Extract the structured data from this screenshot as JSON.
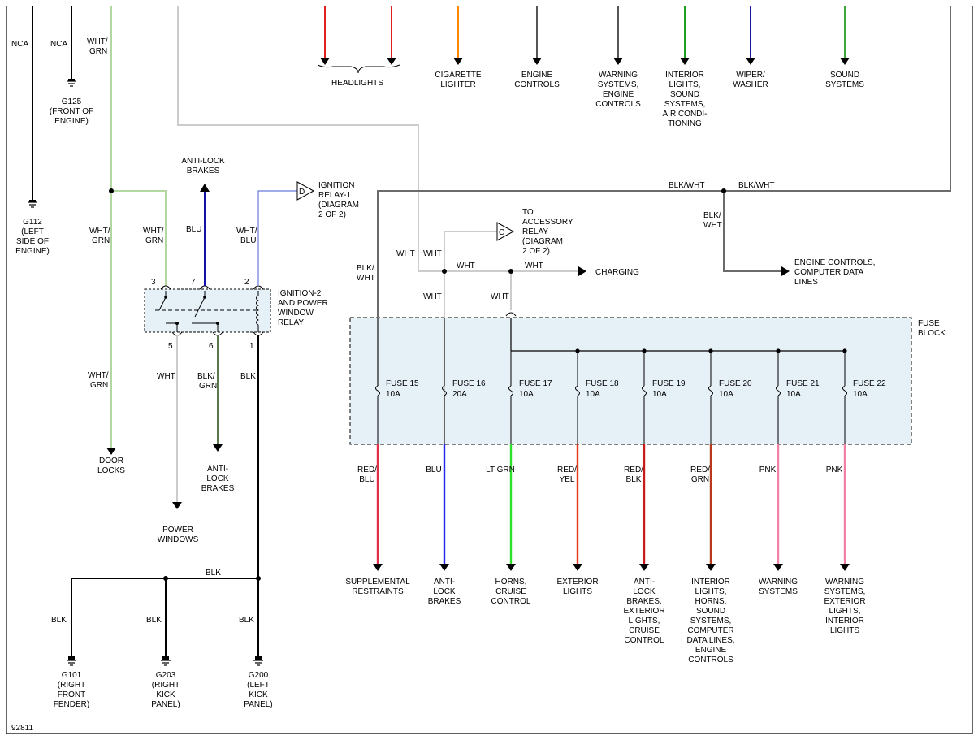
{
  "diagram_id": "92811",
  "colors": {
    "fuse_block_fill": "#e6f0f7",
    "wire_gray": "#cccccc",
    "wire_wht_grn": "#b2d7a0",
    "wire_blu": "#1212a6",
    "wire_blk_grn": "#5a7a4e",
    "wire_red": "#e02020",
    "wire_red_blu": "#e0304a",
    "wire_blue_out": "#1f26e6",
    "wire_lt_grn": "#2ee02e",
    "wire_red_yel": "#e03a1a",
    "wire_red_blk": "#c81a1a",
    "wire_red_grn": "#b83a1a",
    "wire_pnk": "#f080a8",
    "wire_orange": "#ff8800",
    "wire_gray_dark": "#555555",
    "wire_green": "#1e9e1e",
    "wire_navy": "#1a1aa8",
    "wire_sound_green": "#3aa83a"
  },
  "top_circuits": [
    {
      "lines": [
        "HEADLIGHTS"
      ]
    },
    {
      "lines": [
        "CIGARETTE",
        "LIGHTER"
      ]
    },
    {
      "lines": [
        "ENGINE",
        "CONTROLS"
      ]
    },
    {
      "lines": [
        "WARNING",
        "SYSTEMS,",
        "ENGINE",
        "CONTROLS"
      ]
    },
    {
      "lines": [
        "INTERIOR",
        "LIGHTS,",
        "SOUND",
        "SYSTEMS,",
        "AIR CONDI-",
        "TIONING"
      ]
    },
    {
      "lines": [
        "WIPER/",
        "WASHER"
      ]
    },
    {
      "lines": [
        "SOUND",
        "SYSTEMS"
      ]
    }
  ],
  "left": {
    "nca1": "NCA",
    "nca2": "NCA",
    "wht_grn_top": [
      "WHT/",
      "GRN"
    ],
    "g125": [
      "G125",
      "(FRONT OF",
      "ENGINE)"
    ],
    "g112": [
      "G112",
      "(LEFT",
      "SIDE OF",
      "ENGINE)"
    ],
    "wht_grn_left": [
      "WHT/",
      "GRN"
    ],
    "wht_grn_left2": [
      "WHT/",
      "GRN"
    ],
    "door_locks": [
      "DOOR",
      "LOCKS"
    ]
  },
  "relay": {
    "label": [
      "IGNITION-2",
      "AND POWER",
      "WINDOW",
      "RELAY"
    ],
    "pin3": "3",
    "pin7": "7",
    "pin2": "2",
    "pin5": "5",
    "pin6": "6",
    "pin1": "1",
    "in3_wire": [
      "WHT/",
      "GRN"
    ],
    "in7_wire": "BLU",
    "in2_wire": [
      "WHT/",
      "BLU"
    ],
    "abs_top": [
      "ANTI-LOCK",
      "BRAKES"
    ],
    "ign1_ref": [
      "IGNITION",
      "RELAY-1",
      "(DIAGRAM",
      "2 OF 2)"
    ],
    "ign1_letter": "D",
    "out5_wire": "WHT",
    "out6_wire": [
      "BLK/",
      "GRN"
    ],
    "out1_wire": "BLK",
    "abs_bottom": [
      "ANTI-",
      "LOCK",
      "BRAKES"
    ],
    "power_windows": [
      "POWER",
      "WINDOWS"
    ]
  },
  "grounds": {
    "blk_bus": "BLK",
    "g101_wire": "BLK",
    "g203_wire": "BLK",
    "g200_wire": "BLK",
    "g101": [
      "G101",
      "(RIGHT",
      "FRONT",
      "FENDER)"
    ],
    "g203": [
      "G203",
      "(RIGHT",
      "KICK",
      "PANEL)"
    ],
    "g200": [
      "G200",
      "(LEFT",
      "KICK",
      "PANEL)"
    ]
  },
  "power": {
    "blk_wht_top1": "BLK/WHT",
    "blk_wht_top2": "BLK/WHT",
    "blk_wht_down": [
      "BLK/",
      "WHT"
    ],
    "blk_wht_fuse15": [
      "BLK/",
      "WHT"
    ],
    "engine_controls": [
      "ENGINE CONTROLS,",
      "COMPUTER DATA",
      "LINES"
    ],
    "wht1": "WHT",
    "wht2": "WHT",
    "wht3": "WHT",
    "wht4": "WHT",
    "wht5": "WHT",
    "wht6": "WHT",
    "accessory_ref": [
      "TO",
      "ACCESSORY",
      "RELAY",
      "(DIAGRAM",
      "2 OF 2)"
    ],
    "accessory_letter": "C",
    "charging": "CHARGING"
  },
  "fuse_block": {
    "label": [
      "FUSE",
      "BLOCK"
    ],
    "fuses": [
      {
        "name": "FUSE 15",
        "rating": "10A",
        "wire": [
          "RED/",
          "BLU"
        ],
        "dest": [
          "SUPPLEMENTAL",
          "RESTRAINTS"
        ]
      },
      {
        "name": "FUSE 16",
        "rating": "20A",
        "wire": [
          "BLU"
        ],
        "dest": [
          "ANTI-",
          "LOCK",
          "BRAKES"
        ]
      },
      {
        "name": "FUSE 17",
        "rating": "10A",
        "wire": [
          "LT GRN"
        ],
        "dest": [
          "HORNS,",
          "CRUISE",
          "CONTROL"
        ]
      },
      {
        "name": "FUSE 18",
        "rating": "10A",
        "wire": [
          "RED/",
          "YEL"
        ],
        "dest": [
          "EXTERIOR",
          "LIGHTS"
        ]
      },
      {
        "name": "FUSE 19",
        "rating": "10A",
        "wire": [
          "RED/",
          "BLK"
        ],
        "dest": [
          "ANTI-",
          "LOCK",
          "BRAKES,",
          "EXTERIOR",
          "LIGHTS,",
          "CRUISE",
          "CONTROL"
        ]
      },
      {
        "name": "FUSE 20",
        "rating": "10A",
        "wire": [
          "RED/",
          "GRN"
        ],
        "dest": [
          "INTERIOR",
          "LIGHTS,",
          "HORNS,",
          "SOUND",
          "SYSTEMS,",
          "COMPUTER",
          "DATA LINES,",
          "ENGINE",
          "CONTROLS"
        ]
      },
      {
        "name": "FUSE 21",
        "rating": "10A",
        "wire": [
          "PNK"
        ],
        "dest": [
          "WARNING",
          "SYSTEMS"
        ]
      },
      {
        "name": "FUSE 22",
        "rating": "10A",
        "wire": [
          "PNK"
        ],
        "dest": [
          "WARNING",
          "SYSTEMS,",
          "EXTERIOR",
          "LIGHTS,",
          "INTERIOR",
          "LIGHTS"
        ]
      }
    ]
  }
}
